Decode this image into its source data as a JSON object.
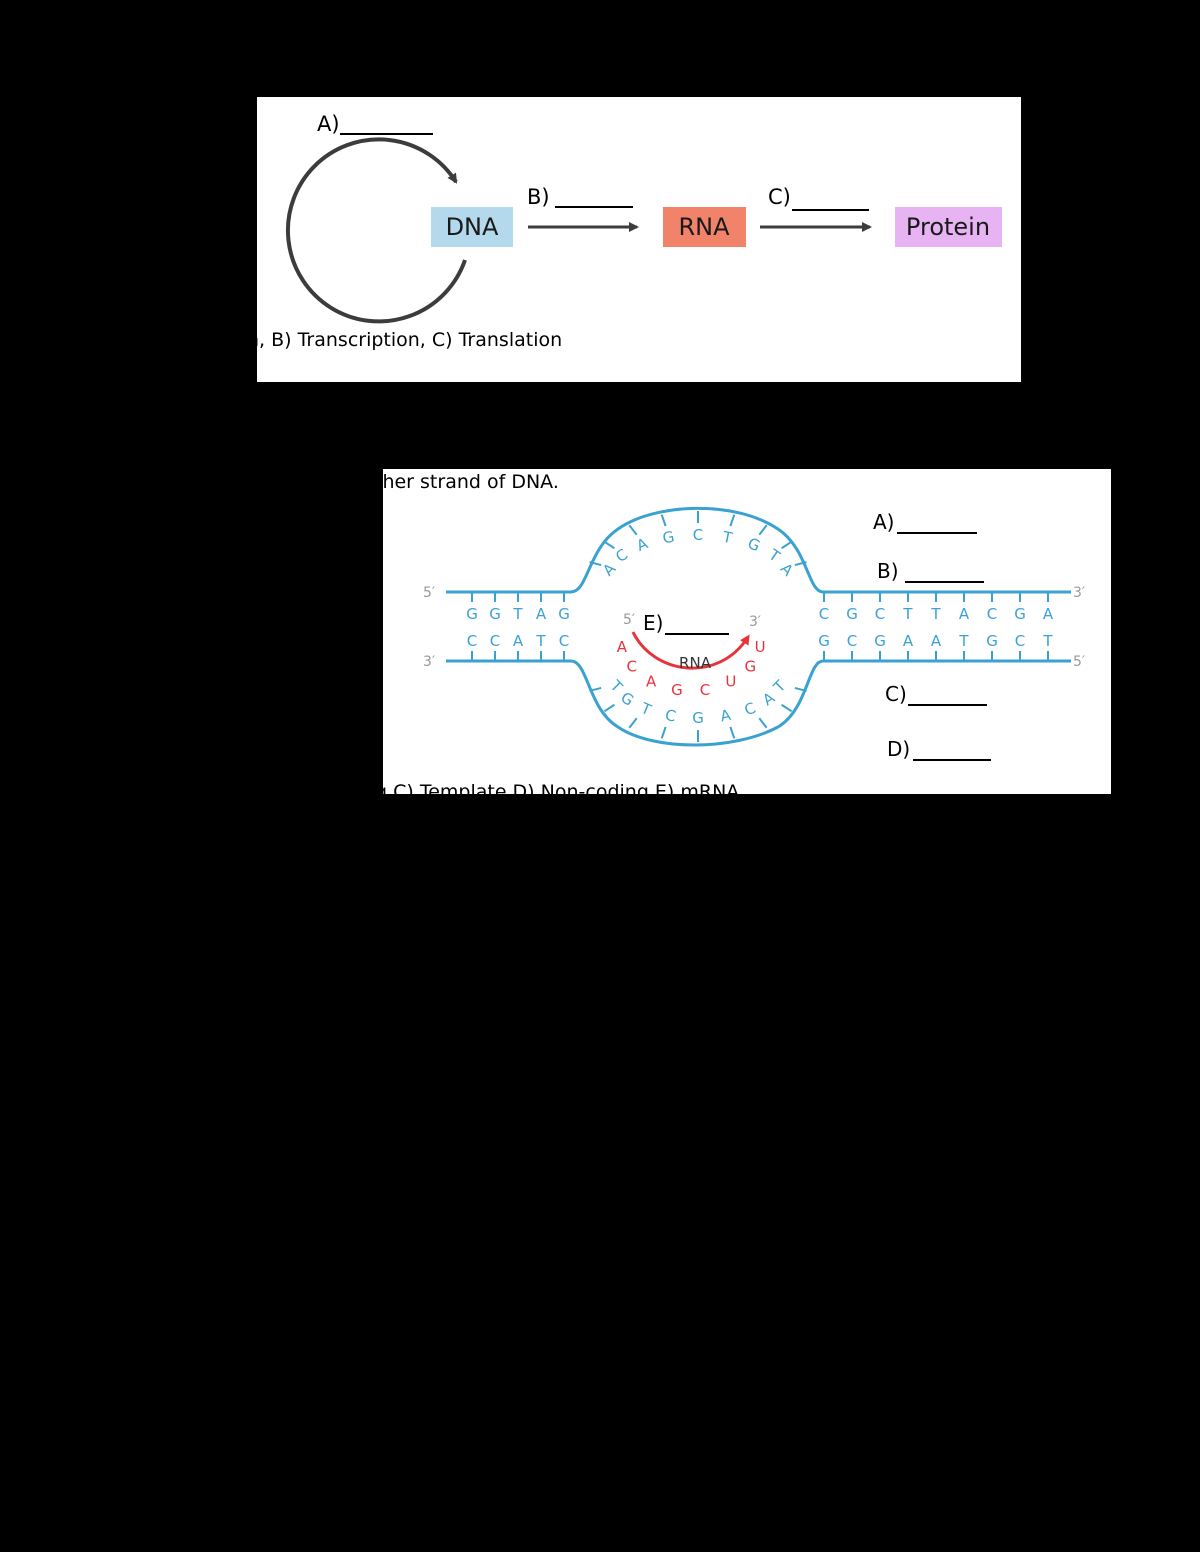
{
  "colors": {
    "background": "#000000",
    "panel": "#ffffff",
    "dna_box": "#b4d9ec",
    "rna_box": "#f2836b",
    "protein_box": "#e7b3f3",
    "dna_strand": "#3aa2d0",
    "rna_strand": "#e8333c",
    "arrow": "#3c3c3c"
  },
  "dogma_figure": {
    "label_a": "A)",
    "label_b": "B)",
    "label_c": "C)",
    "box_dna": "DNA",
    "box_rna": "RNA",
    "box_protein": "Protein",
    "caption": "n, B) Transcription, C) Translation"
  },
  "transcription_figure": {
    "top_text": "ther strand of DNA.",
    "label_a": "A)",
    "label_b": "B)",
    "label_c": "C)",
    "label_d": "D)",
    "label_e": "E)",
    "rna_label": "RNA",
    "five_prime": "5′",
    "three_prime": "3′",
    "left_top_bases": [
      "G",
      "G",
      "T",
      "A",
      "G"
    ],
    "left_bottom_bases": [
      "C",
      "C",
      "A",
      "T",
      "C"
    ],
    "right_top_bases": [
      "C",
      "G",
      "C",
      "T",
      "T",
      "A",
      "C",
      "G",
      "A"
    ],
    "right_bottom_bases": [
      "G",
      "C",
      "G",
      "A",
      "A",
      "T",
      "G",
      "C",
      "T"
    ],
    "bubble_top_bases": [
      "A",
      "C",
      "A",
      "G",
      "C",
      "T",
      "G",
      "T",
      "A"
    ],
    "bubble_bottom_bases": [
      "T",
      "G",
      "T",
      "C",
      "G",
      "A",
      "C",
      "A",
      "T"
    ],
    "rna_bases": [
      "A",
      "C",
      "A",
      "G",
      "C",
      "U",
      "G",
      "U"
    ],
    "caption": "g C) Template D) Non-coding E) mRNA"
  }
}
